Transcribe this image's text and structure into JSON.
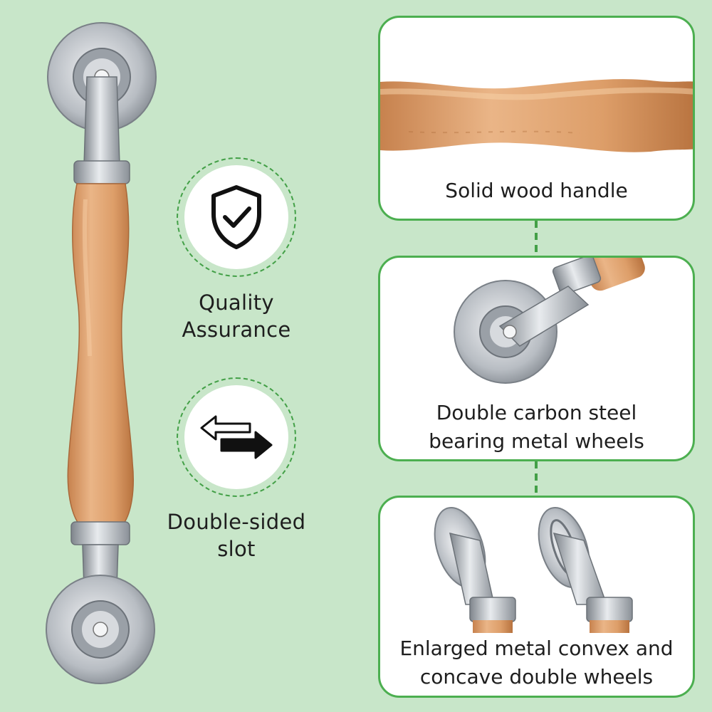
{
  "colors": {
    "background": "#c8e6c9",
    "accent_green": "#43a047",
    "card_background": "#ffffff",
    "wood": "#dd9e69",
    "steel": "#b9bec4"
  },
  "features": [
    {
      "icon": "shield-check-icon",
      "lines": [
        "Quality",
        "Assurance"
      ]
    },
    {
      "icon": "double-arrow-icon",
      "lines": [
        "Double-sided",
        "slot"
      ]
    }
  ],
  "cards": [
    {
      "image": "wood-handle-photo",
      "caption_lines": [
        "Solid wood handle"
      ]
    },
    {
      "image": "bearing-wheel-photo",
      "caption_lines": [
        "Double carbon steel",
        "bearing metal wheels"
      ]
    },
    {
      "image": "convex-concave-wheels-photo",
      "caption_lines": [
        "Enlarged metal convex and",
        "concave double wheels"
      ]
    }
  ]
}
